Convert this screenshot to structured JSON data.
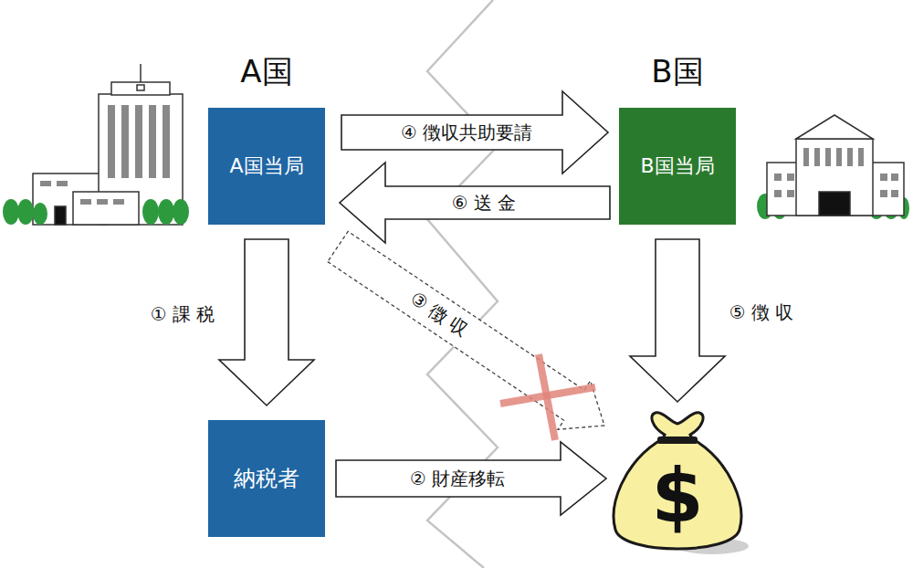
{
  "diagram": {
    "nodes": [
      {
        "text": [
          "A国",
          "A国当局"
        ]
      },
      {
        "text": [
          "B国",
          "B国当局"
        ]
      },
      {
        "text": [
          "納税者"
        ]
      },
      {
        "text": [
          "$"
        ]
      }
    ],
    "edges": [
      {
        "from": 0,
        "to": 2,
        "arrow": "to",
        "label": "① 課 税"
      },
      {
        "from": 2,
        "to": 3,
        "arrow": "to",
        "label": "② 財産移転"
      },
      {
        "from": 0,
        "to": 3,
        "arrow": "to",
        "label": "③ 徴 収"
      },
      {
        "from": 0,
        "to": 1,
        "arrow": "to",
        "label": "④ 徴収共助要請"
      },
      {
        "from": 1,
        "to": 3,
        "arrow": "to",
        "label": "⑤ 徴 収"
      },
      {
        "from": 1,
        "to": 0,
        "arrow": "to",
        "label": "⑥ 送 金"
      }
    ]
  }
}
